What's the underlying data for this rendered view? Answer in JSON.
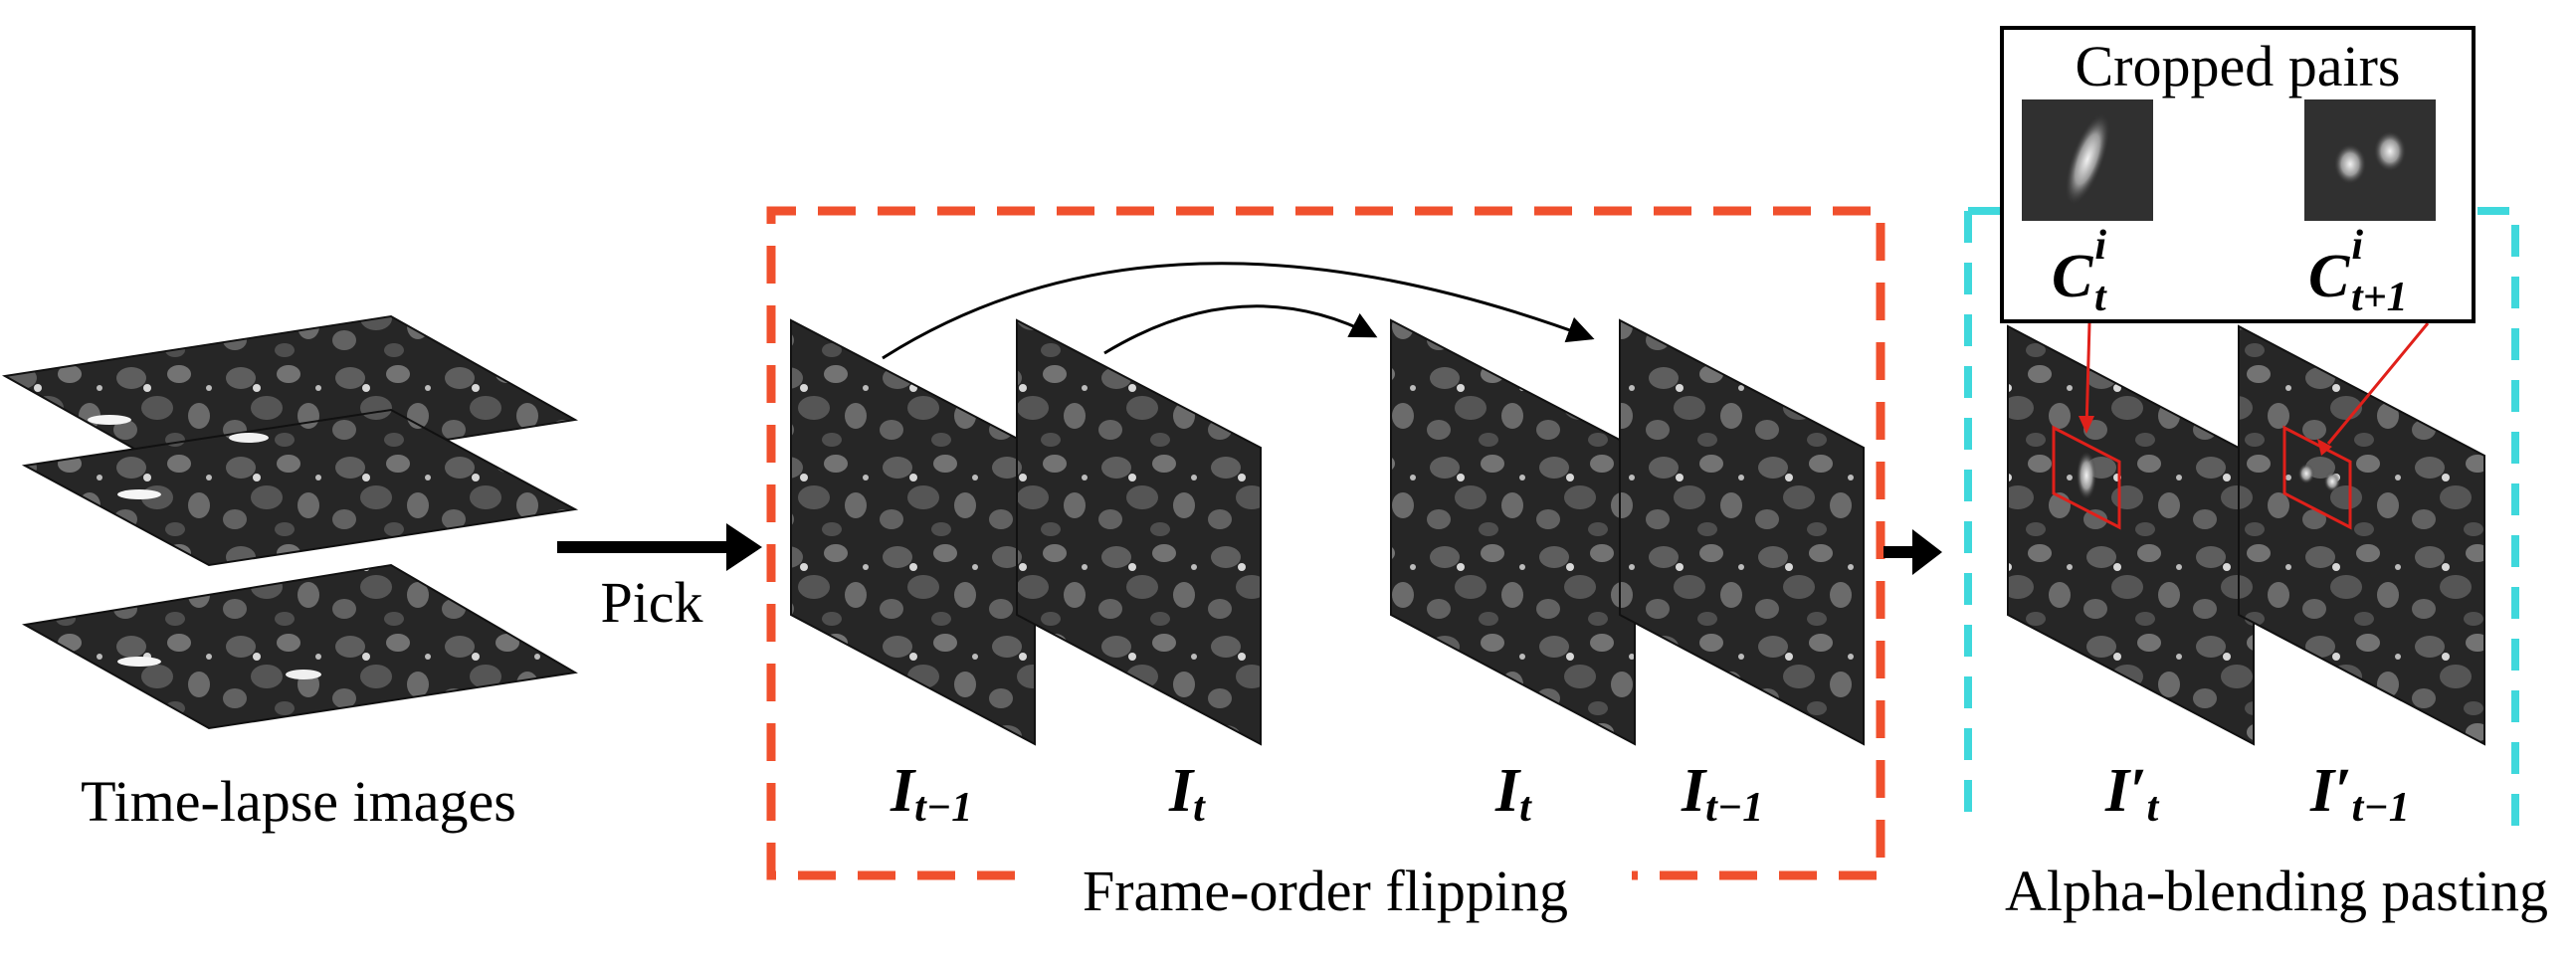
{
  "captions": {
    "timelapse": "Time-lapse images",
    "pick": "Pick",
    "flipping": "Frame-order flipping",
    "alpha": "Alpha-blending pasting",
    "cropped": "Cropped pairs"
  },
  "frame_labels": {
    "flip1": {
      "main": "I",
      "sub": "t−1"
    },
    "flip2": {
      "main": "I",
      "sub": "t"
    },
    "flip3": {
      "main": "I",
      "sub": "t"
    },
    "flip4": {
      "main": "I",
      "sub": "t−1"
    },
    "paste1": {
      "main": "I′",
      "sub": "t"
    },
    "paste2": {
      "main": "I′",
      "sub": "t−1"
    },
    "crop1": {
      "main": "C",
      "sup": "i",
      "sub": "t"
    },
    "crop2": {
      "main": "C",
      "sup": "i",
      "sub": "t+1"
    }
  },
  "colors": {
    "flip_box": "#f0502d",
    "paste_box": "#3fd8dc",
    "highlight": "#e0201a",
    "frame_bg": "#262626",
    "cell": "#6a6a6a"
  }
}
